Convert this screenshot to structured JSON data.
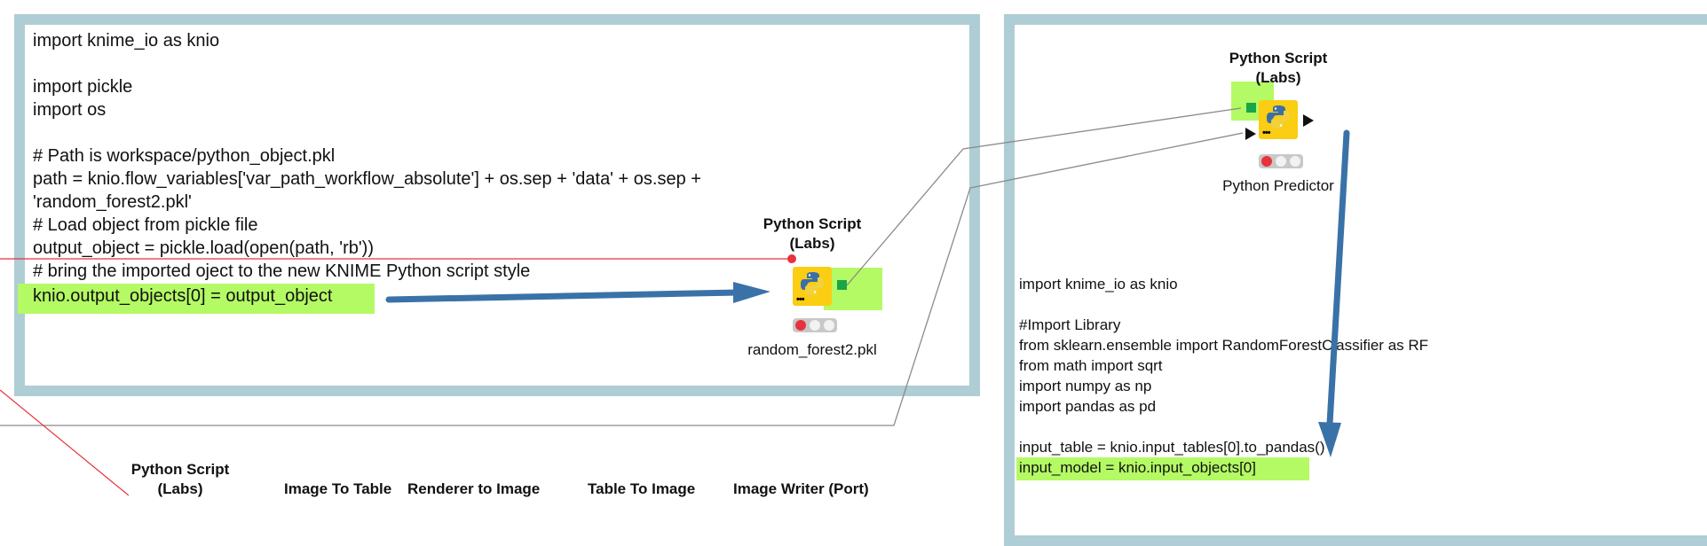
{
  "left_panel": {
    "code_lines": [
      "import knime_io as knio",
      "",
      "import pickle",
      "import os",
      "",
      "# Path is workspace/python_object.pkl",
      "path = knio.flow_variables['var_path_workflow_absolute'] + os.sep + 'data' + os.sep +",
      "'random_forest2.pkl'",
      "# Load object from pickle file",
      "output_object = pickle.load(open(path, 'rb'))",
      "# bring the imported oject to the new KNIME Python script style",
      "knio.output_objects[0] = output_object"
    ],
    "node": {
      "title": "Python Script\n(Labs)",
      "label": "random_forest2.pkl",
      "icon": "python-logo-icon",
      "status": "red"
    }
  },
  "right_panel": {
    "node": {
      "title": "Python Script\n(Labs)",
      "label": "Python Predictor",
      "icon": "python-logo-icon",
      "status": "red"
    },
    "code_lines": [
      "import knime_io as knio",
      "",
      "#Import Library",
      "from sklearn.ensemble import RandomForestClassifier as RF",
      "from math import sqrt",
      "import numpy as np",
      "import pandas as pd",
      "",
      "input_table = knio.input_tables[0].to_pandas()",
      "input_model = knio.input_objects[0]"
    ]
  },
  "bottom_row": {
    "node_titles": [
      "Python Script\n(Labs)",
      "Image To Table",
      "Renderer to Image",
      "Table To Image",
      "Image Writer (Port)"
    ]
  },
  "colors": {
    "frame_border": "#aecdd4",
    "highlight": "#b4fa64",
    "python_node": "#fbcd13",
    "port_green": "#19a548",
    "arrow_blue": "#3a72a8",
    "status_red": "#e8333c"
  }
}
